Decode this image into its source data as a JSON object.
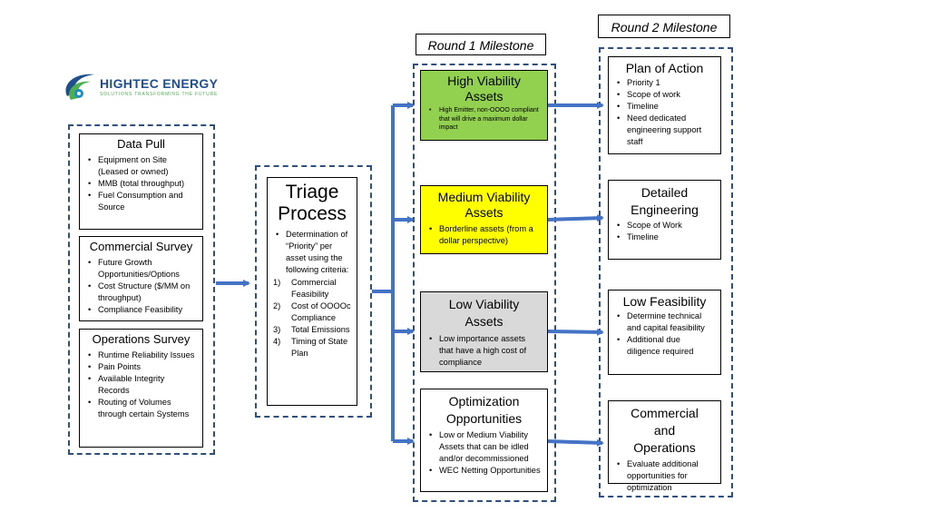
{
  "logo": {
    "title": "HIGHTEC ENERGY",
    "tagline": "SOLUTIONS TRANSFORMING THE FUTURE",
    "colors": {
      "blue": "#1f4f8f",
      "green": "#4caf50"
    }
  },
  "milestones": {
    "round1": "Round 1 Milestone",
    "round2": "Round 2 Milestone"
  },
  "data_pull": {
    "title": "Data Pull",
    "items": [
      "Equipment on Site (Leased or owned)",
      "MMB (total throughput)",
      "Fuel Consumption and Source"
    ]
  },
  "commercial_survey": {
    "title": "Commercial Survey",
    "items": [
      "Future Growth Opportunities/Options",
      "Cost Structure ($/MM on throughput)",
      "Compliance Feasibility"
    ]
  },
  "operations_survey": {
    "title": "Operations Survey",
    "items": [
      "Runtime Reliability Issues",
      "Pain Points",
      "Available Integrity Records",
      "Routing of Volumes through certain Systems"
    ]
  },
  "triage": {
    "title_line1": "Triage",
    "title_line2": "Process",
    "intro": "Determination of “Priority” per asset using the following criteria:",
    "criteria": [
      {
        "n": "1)",
        "text": "Commercial Feasibility"
      },
      {
        "n": "2)",
        "text": "Cost of OOOOc Compliance"
      },
      {
        "n": "3)",
        "text": "Total Emissions"
      },
      {
        "n": "4)",
        "text": "Timing of State Plan"
      }
    ]
  },
  "high_viability": {
    "title": "High Viability Assets",
    "items": [
      "High Emitter, non-OOOO compliant that will drive a maximum dollar impact"
    ],
    "color": "#92d050"
  },
  "medium_viability": {
    "title": "Medium Viability Assets",
    "items": [
      "Borderline assets (from a dollar perspective)"
    ],
    "color": "#ffff00"
  },
  "low_viability": {
    "title": "Low Viability Assets",
    "items": [
      "Low importance assets that have a high cost of compliance"
    ],
    "color": "#d9d9d9"
  },
  "optimization": {
    "title": "Optimization Opportunities",
    "items": [
      "Low or Medium Viability Assets that can be idled and/or decommissioned",
      "WEC Netting Opportunities"
    ]
  },
  "plan_of_action": {
    "title": "Plan of Action",
    "items": [
      "Priority 1",
      "Scope of work",
      "Timeline",
      "Need dedicated engineering support staff"
    ]
  },
  "detailed_engineering": {
    "title": "Detailed Engineering",
    "items": [
      "Scope of Work",
      "Timeline"
    ]
  },
  "low_feasibility": {
    "title": "Low Feasibility",
    "items": [
      "Determine technical and capital feasibility",
      "Additional due diligence required"
    ]
  },
  "commercial_operations": {
    "title": "Commercial and Operations",
    "items": [
      "Evaluate additional opportunities for optimization"
    ]
  },
  "arrow_color": "#4472c4"
}
